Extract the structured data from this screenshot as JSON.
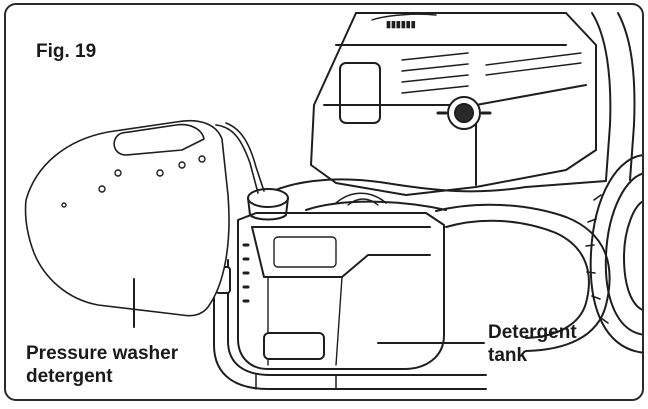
{
  "figure": {
    "title": "Fig. 19",
    "labels": {
      "pressure_washer_detergent": [
        "Pressure washer",
        "detergent"
      ],
      "detergent_tank": [
        "Detergent",
        "tank"
      ]
    }
  }
}
